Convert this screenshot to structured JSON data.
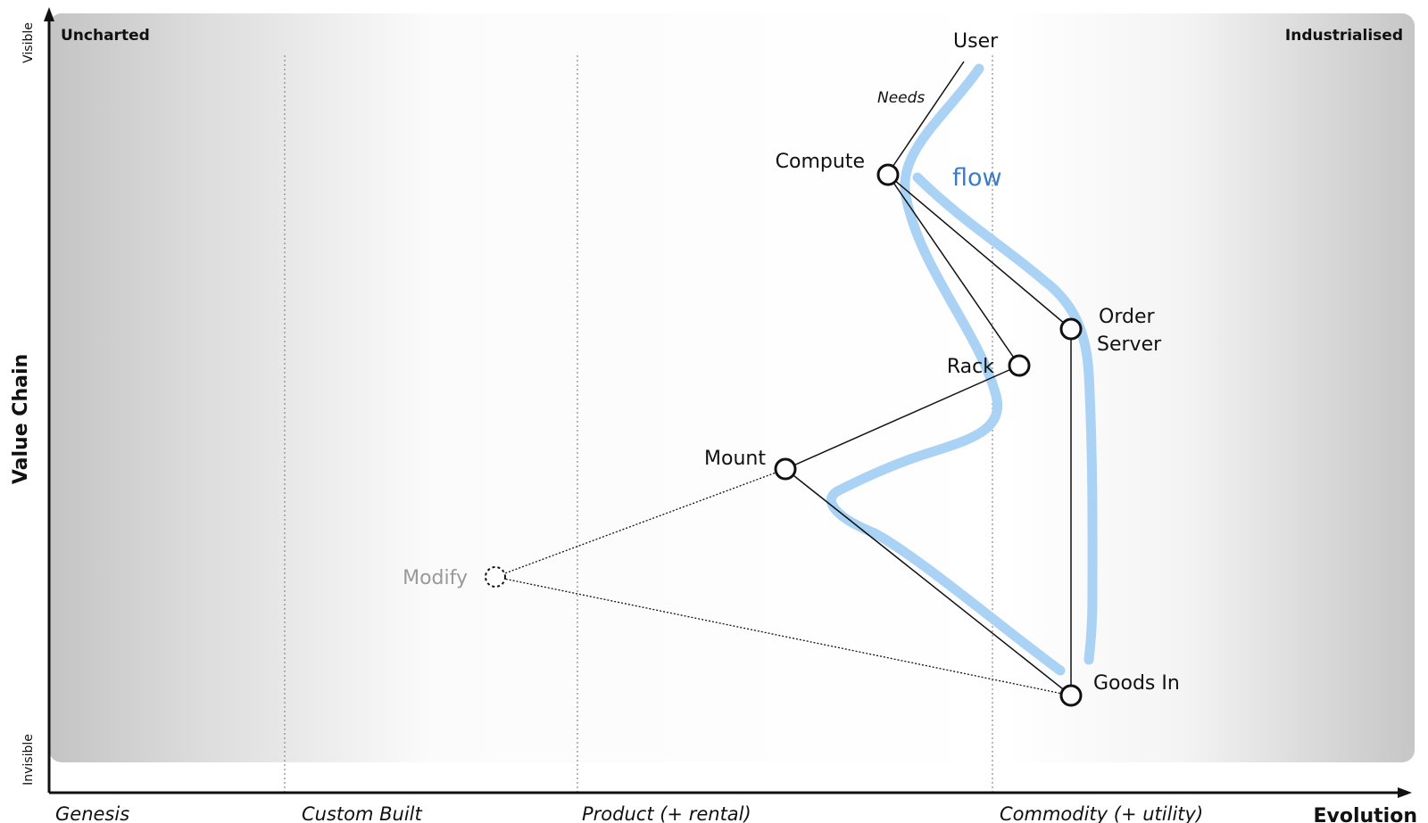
{
  "map": {
    "corners": {
      "left": "Uncharted",
      "right": "Industrialised"
    },
    "y_axis": {
      "title": "Value Chain",
      "top": "Visible",
      "bottom": "Invisible"
    },
    "x_axis": {
      "title": "Evolution",
      "stages": [
        "Genesis",
        "Custom Built",
        "Product (+ rental)",
        "Commodity (+ utility)"
      ]
    },
    "nodes": {
      "user": "User",
      "compute": "Compute",
      "order_server_1": "Order",
      "order_server_2": "Server",
      "rack": "Rack",
      "mount": "Mount",
      "modify": "Modify",
      "goods_in": "Goods In"
    },
    "edge_labels": {
      "needs": "Needs"
    },
    "flow_label": "flow",
    "colors": {
      "flow": "#a9d2f5",
      "flow_text": "#3b7dc4",
      "muted": "#999999",
      "line": "#111111"
    }
  }
}
